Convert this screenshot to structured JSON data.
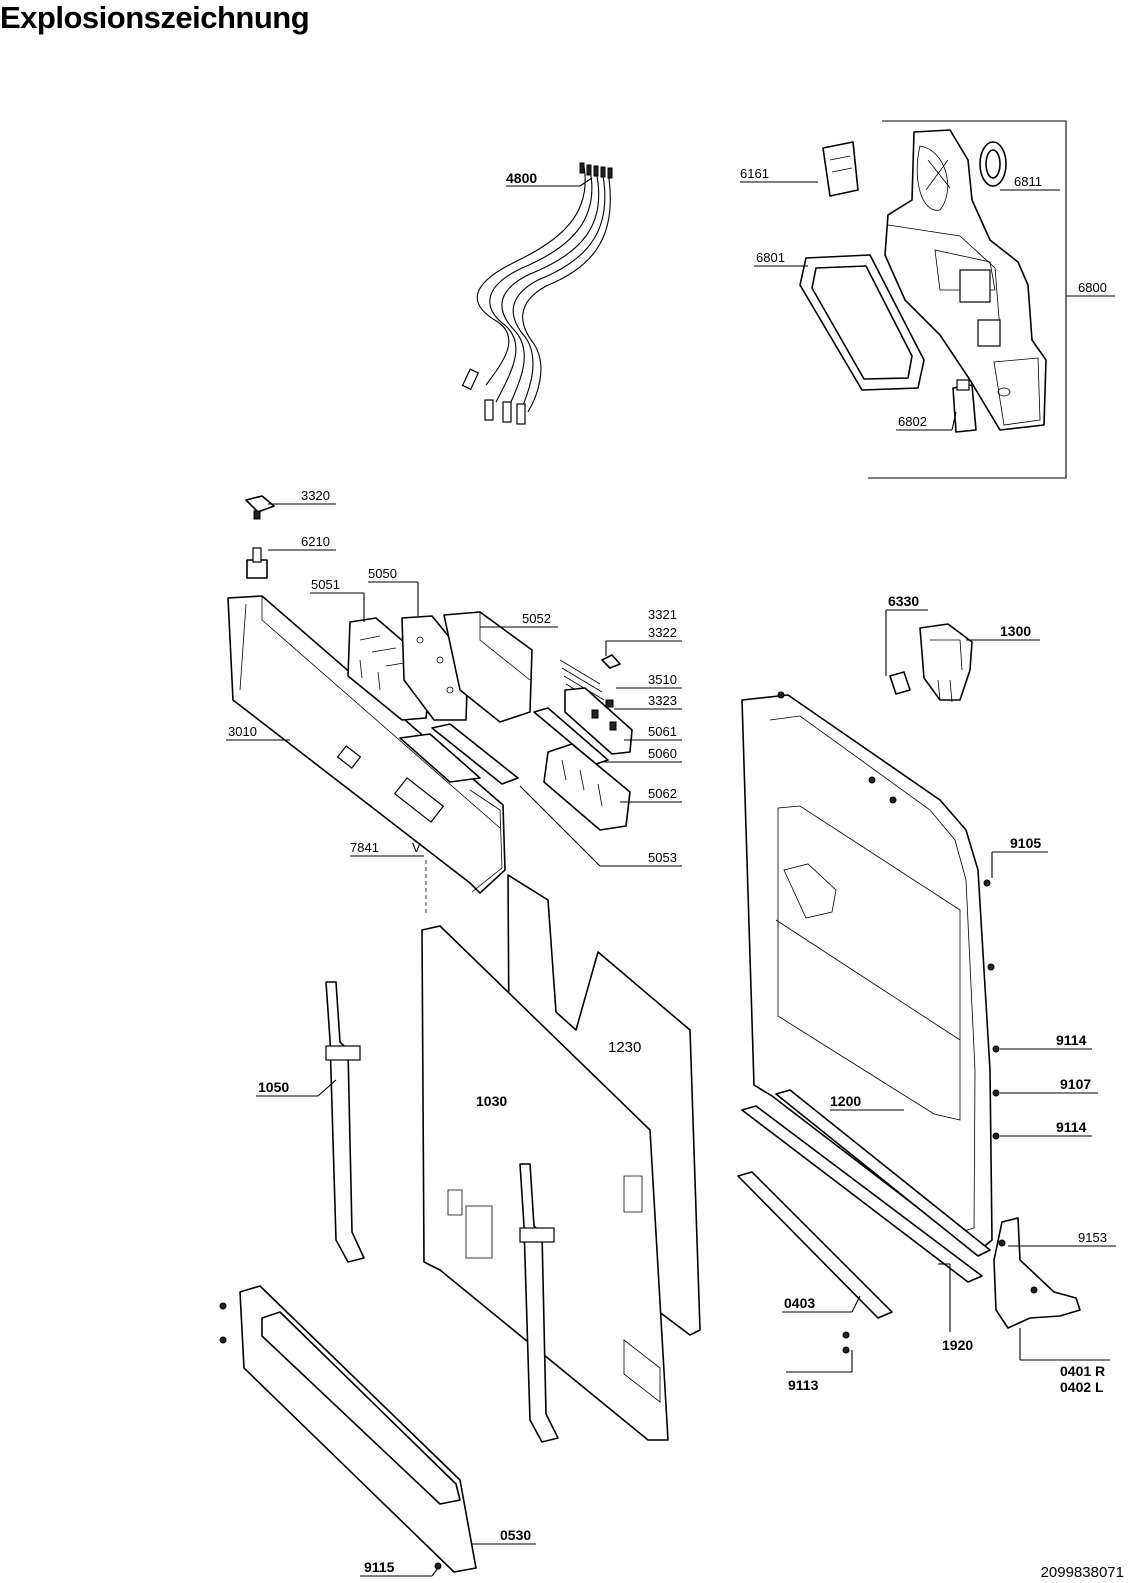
{
  "title": "Explosionszeichnung",
  "document_number": "2099838071",
  "labels": {
    "l4800": "4800",
    "l6161": "6161",
    "l6811": "6811",
    "l6801": "6801",
    "l6800": "6800",
    "l6802": "6802",
    "l3320": "3320",
    "l6210": "6210",
    "l5051": "5051",
    "l5050": "5050",
    "l5052": "5052",
    "l3321": "3321",
    "l3322": "3322",
    "l3510": "3510",
    "l3323": "3323",
    "l5061": "5061",
    "l5060": "5060",
    "l5062": "5062",
    "l5053": "5053",
    "l3010": "3010",
    "l7841": "7841",
    "l7841v": "V",
    "l6330": "6330",
    "l1300": "1300",
    "l9105": "9105",
    "l9114a": "9114",
    "l9107": "9107",
    "l9114b": "9114",
    "l9153": "9153",
    "l1200": "1200",
    "l1230": "1230",
    "l1030": "1030",
    "l1050": "1050",
    "l0403": "0403",
    "l1920": "1920",
    "l9113": "9113",
    "l0401": "0401 R",
    "l0402": "0402 L",
    "l0530": "0530",
    "l9115": "9115"
  }
}
